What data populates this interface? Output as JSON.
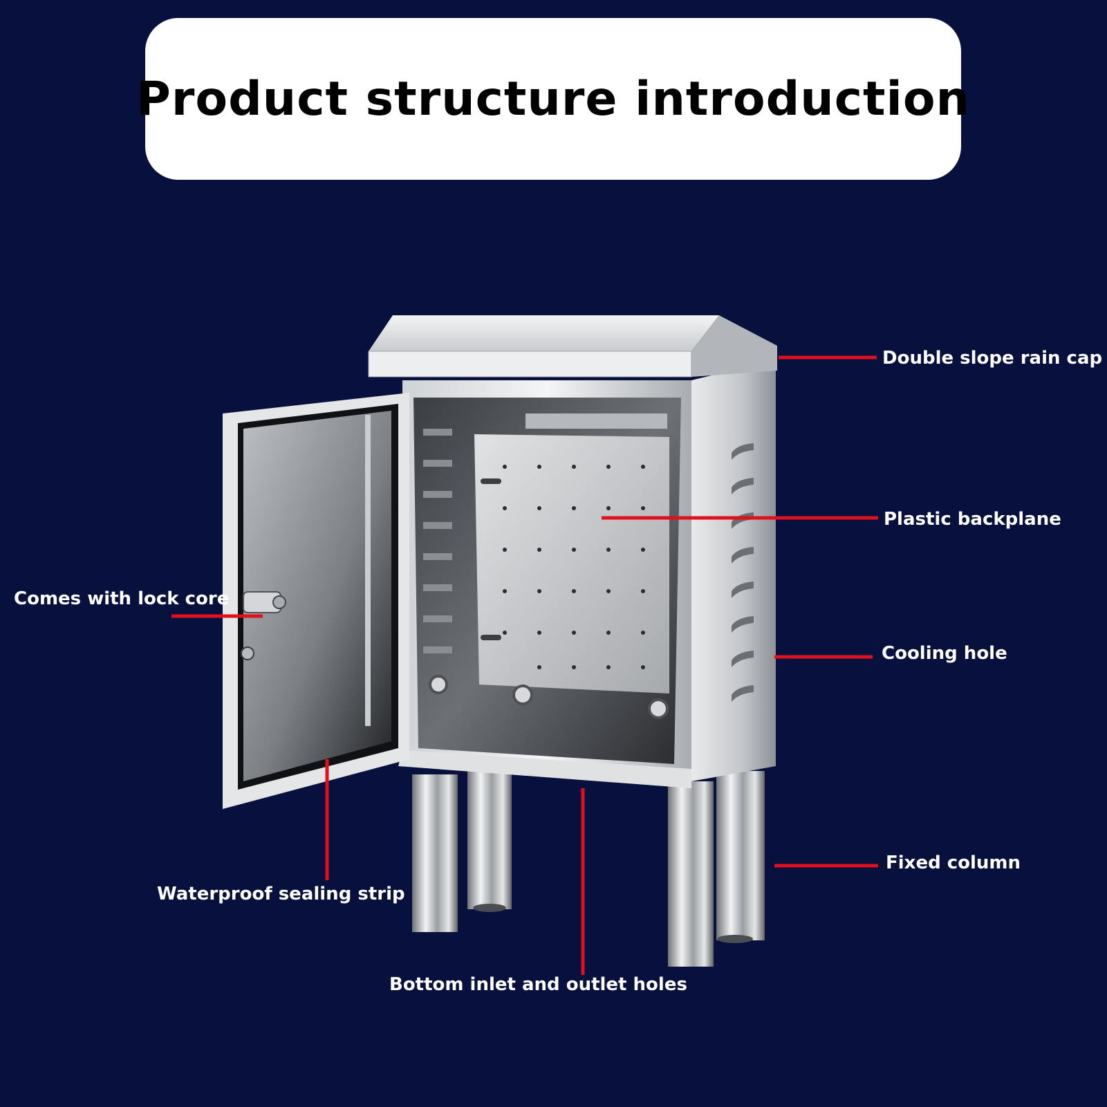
{
  "title": "Product structure introduction",
  "colors": {
    "background": "#08103d",
    "title_box": "#ffffff",
    "title_text": "#000000",
    "leader_line": "#e0101c",
    "label_text": "#ffffff"
  },
  "callouts": {
    "rain_cap": "Double slope rain cap",
    "backplane": "Plastic backplane",
    "lock_core": "Comes with lock core",
    "cooling_hole": "Cooling hole",
    "sealing_strip": "Waterproof sealing strip",
    "fixed_column": "Fixed column",
    "bottom_holes": "Bottom inlet and outlet holes"
  }
}
